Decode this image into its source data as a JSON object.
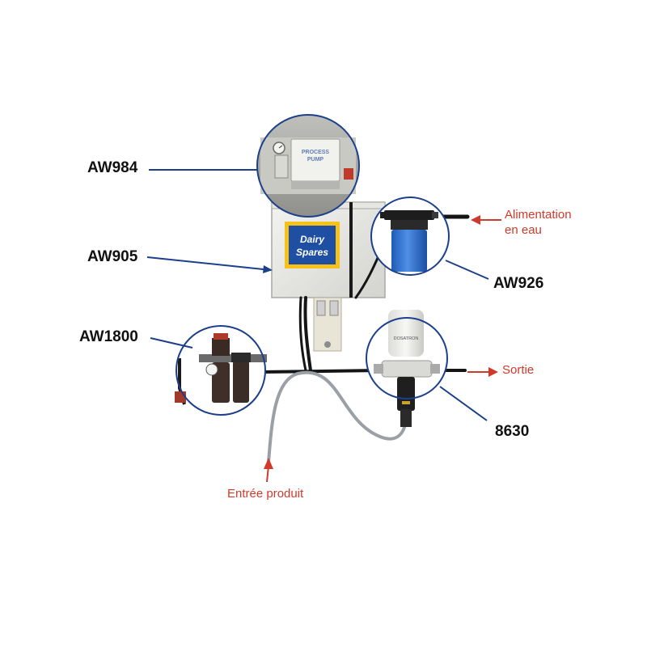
{
  "labels": {
    "pump": "AW984",
    "cabinet": "AW905",
    "filter": "AW926",
    "regulator": "AW1800",
    "dosatron": "8630"
  },
  "notes": {
    "water_in_line1": "Alimentation",
    "water_in_line2": "en eau",
    "outlet": "Sortie",
    "product_in": "Entrée produit"
  },
  "brand": {
    "line1": "Dairy",
    "line2": "Spares"
  },
  "pump_plate": {
    "line1": "PROCESS",
    "line2": "PUMP"
  },
  "dosatron_brand": "DOSATRON",
  "colors": {
    "leader_line": "#1c3f8c",
    "callout_circle": "#1c3f8c",
    "annotation_red": "#d03a2a",
    "brand_blue": "#1f4fa3",
    "brand_yellow": "#f6c21a",
    "filter_blue": "#2d6fd1",
    "product_hose": "#9aa0a6"
  }
}
